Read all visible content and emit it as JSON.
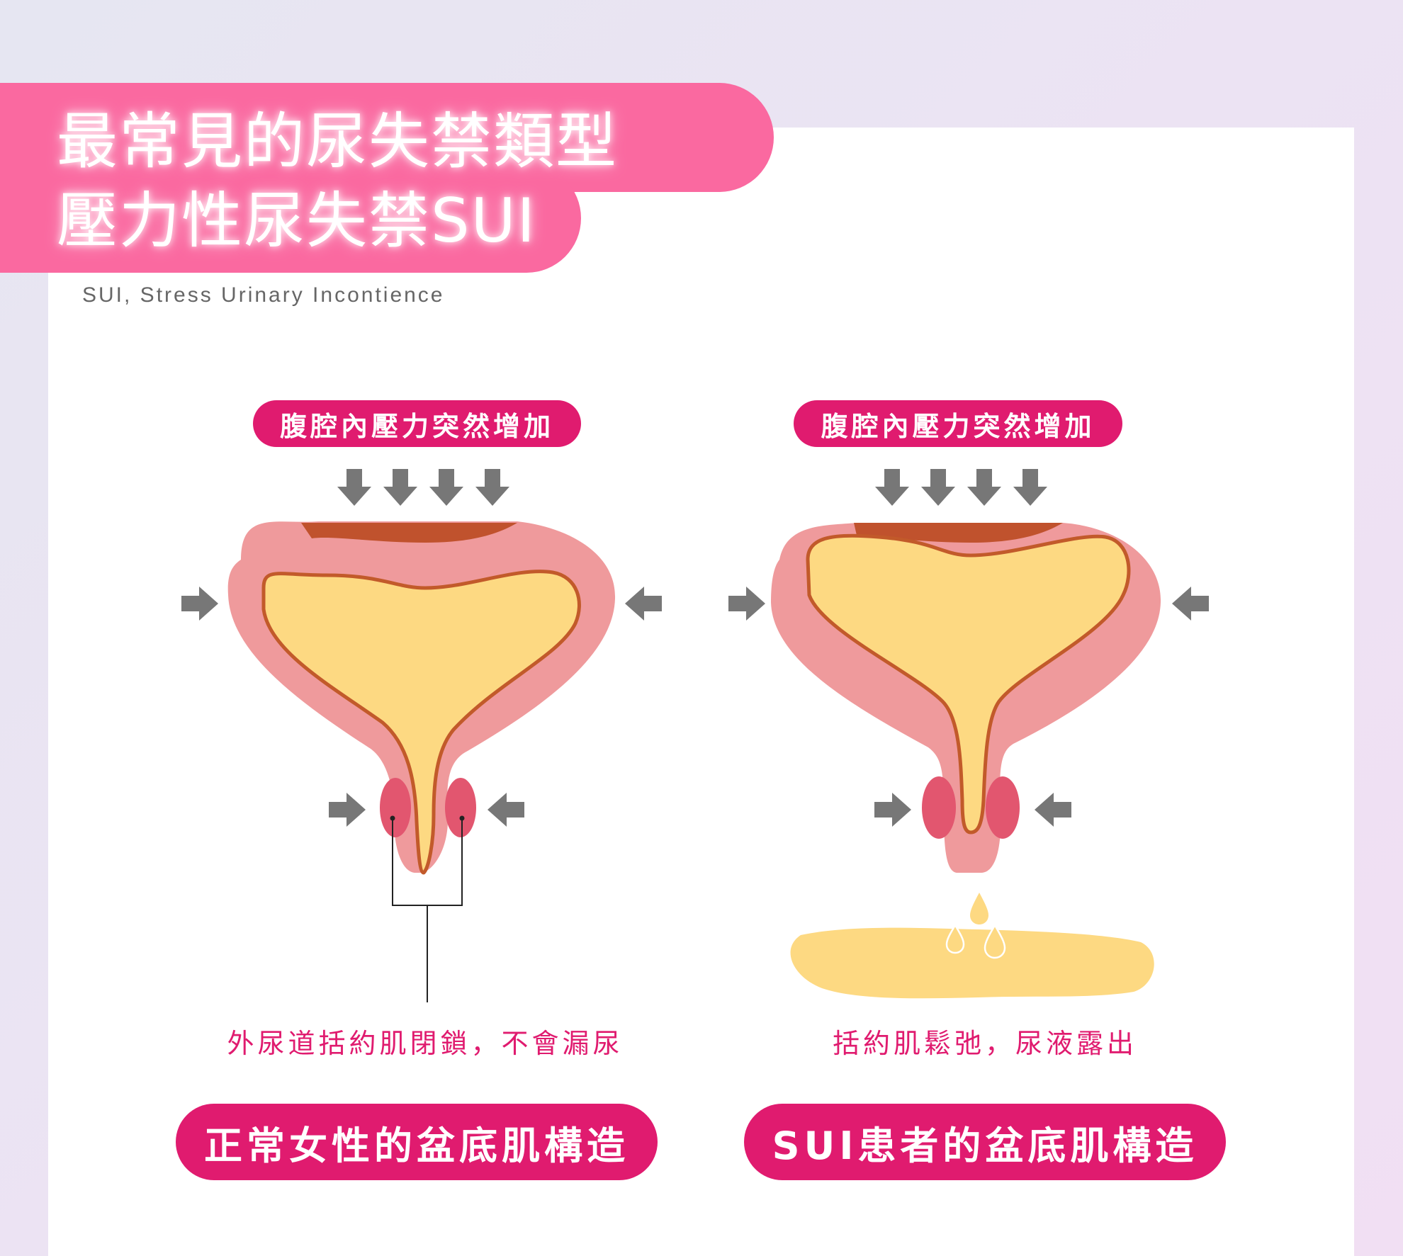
{
  "header": {
    "title_line1": "最常見的尿失禁類型",
    "title_line2": "壓力性尿失禁SUI",
    "subtitle": "SUI, Stress Urinary Incontience"
  },
  "normal": {
    "pressure_label": "腹腔內壓力突然增加",
    "caption": "外尿道括約肌閉鎖，不會漏尿",
    "label": "正常女性的盆底肌構造"
  },
  "sui": {
    "pressure_label": "腹腔內壓力突然增加",
    "caption": "括約肌鬆弛，尿液露出",
    "label": "SUI患者的盆底肌構造"
  },
  "colors": {
    "title_pink": "#fa69a0",
    "accent_magenta": "#e01b6f",
    "bladder_wall": "#ef9a9c",
    "urine": "#fdd982",
    "outline": "#c25a2a",
    "muscle": "#e2566f",
    "arrow_gray": "#777777"
  },
  "icons": [
    "arrow-down-icon",
    "arrow-right-icon",
    "arrow-left-icon",
    "droplet-icon"
  ]
}
